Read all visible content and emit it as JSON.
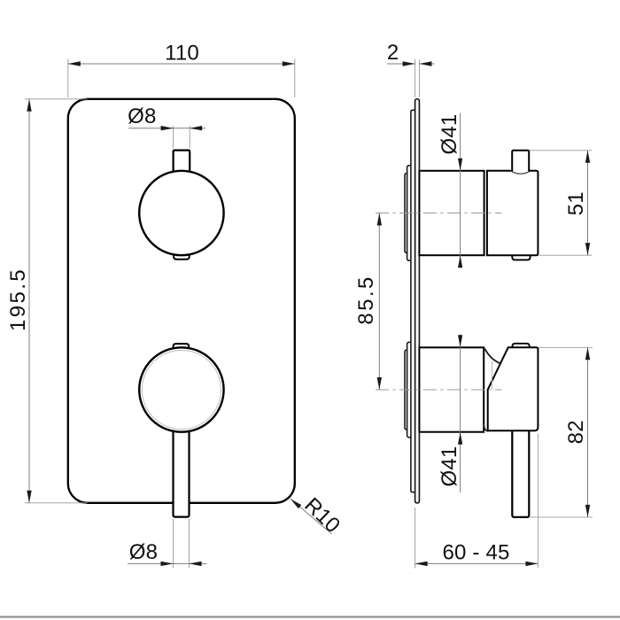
{
  "drawing": {
    "type": "technical-dimension-drawing",
    "subject": "concealed thermostatic shower mixer trim, front and side views",
    "front_view": {
      "labels": {
        "plate_width": "110",
        "plate_height": "195.5",
        "top_stem_diameter": "Ø8",
        "bottom_lever_diameter": "Ø8",
        "corner_radius": "R10"
      }
    },
    "side_view": {
      "labels": {
        "plate_thickness": "2",
        "top_knob_diameter": "Ø41",
        "bottom_knob_diameter": "Ø41",
        "top_knob_height": "51",
        "knob_axis_distance": "85.5",
        "lever_knob_extent": "82",
        "installation_depth_range": "60 - 45"
      }
    },
    "colors": {
      "background": "#ffffff",
      "part_outline": "#000000",
      "dimension_line": "#7d7d7d",
      "extension_line": "#989898",
      "text": "#111111",
      "footer_rule": "#8f8f8f"
    }
  }
}
